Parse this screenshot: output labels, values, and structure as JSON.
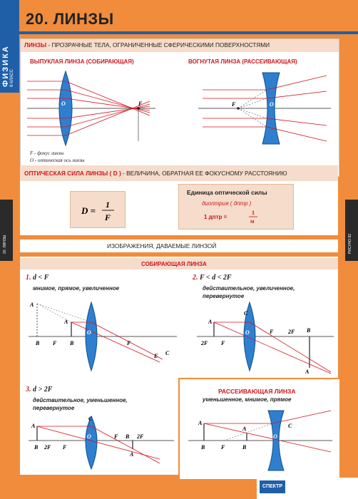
{
  "sidebar": {
    "subject": "ФИЗИКА",
    "grade": "8 КЛАСС"
  },
  "left_tab": "20. ЛИНЗЫ",
  "right_tab": "РИСУНО 92",
  "title": "20. ЛИНЗЫ",
  "definition": {
    "term": "ЛИНЗЫ",
    "text": " - ПРОЗРАЧНЫЕ ТЕЛА, ОГРАНИЧЕННЫЕ СФЕРИЧЕСКИМИ ПОВЕРХНОСТЯМИ"
  },
  "convex_title": "ВЫПУКЛАЯ ЛИНЗА (СОБИРАЮЩАЯ)",
  "concave_title": "ВОГНУТАЯ ЛИНЗА (РАССЕИВАЮЩАЯ)",
  "notes": {
    "f": "F - фокус линзы",
    "o": "O - оптическая ось линзы"
  },
  "power": {
    "term": "ОПТИЧЕСКАЯ СИЛА ЛИНЗЫ ( D )",
    "text": " - ВЕЛИЧИНА, ОБРАТНАЯ ЕЕ ФОКУСНОМУ РАССТОЯНИЮ"
  },
  "formula": {
    "lhs": "D =",
    "num": "1",
    "den": "F"
  },
  "unit": {
    "title": "Единица оптической силы",
    "name": "диоптрия ( дптр )",
    "eq": "1 дптр  =",
    "num": "1",
    "den": "м"
  },
  "images_bar": "ИЗОБРАЖЕНИЯ, ДАВАЕМЫЕ ЛИНЗОЙ",
  "converging_head": "СОБИРАЮЩАЯ ЛИНЗА",
  "cases": [
    {
      "num": "1.",
      "cond": "d < F",
      "desc": [
        "мнимое, прямое, увеличенное"
      ]
    },
    {
      "num": "2.",
      "cond": "F < d < 2F",
      "desc": [
        "действительное, увеличенное,",
        "перевернутое"
      ]
    },
    {
      "num": "3.",
      "cond": "d > 2F",
      "desc": [
        "действительное, уменьшенное,",
        "перевернутое"
      ]
    }
  ],
  "diverging": {
    "title": "РАССЕИВАЮЩАЯ ЛИНЗА",
    "desc": "уменьшенное, мнимое, прямое"
  },
  "labels": {
    "F": "F",
    "O": "O",
    "A": "A",
    "A1": "A",
    "B": "B",
    "B1": "B",
    "C": "C",
    "C1": "C",
    "E": "E",
    "twoF": "2F",
    "sub1": "1"
  },
  "footer": {
    "logo": "СПЕКТР"
  },
  "colors": {
    "orange": "#f08c3c",
    "blue": "#1f5fa8",
    "red": "#d0161e",
    "panel": "#f5dccb"
  }
}
